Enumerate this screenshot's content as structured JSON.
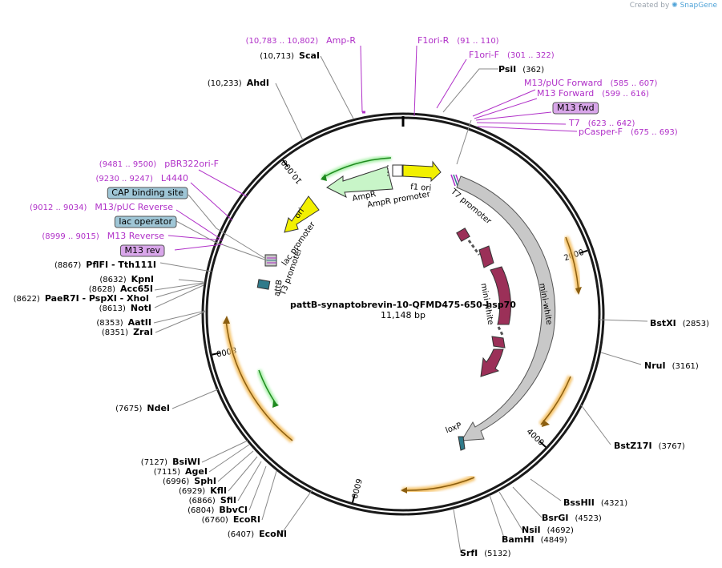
{
  "app": {
    "credit_prefix": "Created by",
    "credit_brand": "SnapGene"
  },
  "plasmid": {
    "name": "pattB-synaptobrevin-10-QFMD475-650-hsp70",
    "length": "11,148 bp"
  },
  "colors": {
    "primer": "#b030c8",
    "label_box": "#9fc6d6",
    "primer_box": "#d9a6ea",
    "feature_orange": "#f5a623",
    "feature_gray": "#c8c8c8",
    "feature_green": "#c8f5c8",
    "feature_yellow": "#f2f000",
    "feature_purple": "#9b3058",
    "feature_teal": "#2f7a8a"
  },
  "ticks": [
    {
      "label": "2000",
      "angle": 71
    },
    {
      "label": "4000",
      "angle": 133
    },
    {
      "label": "6000",
      "angle": 195
    },
    {
      "label": "8000",
      "angle": 258
    },
    {
      "label": "10,000",
      "angle": 322
    }
  ],
  "enzymes_right": [
    {
      "name": "PsiI",
      "pos": "(362)"
    },
    {
      "name": "BstXI",
      "pos": "(2853)"
    },
    {
      "name": "NruI",
      "pos": "(3161)"
    },
    {
      "name": "BstZ17I",
      "pos": "(3767)"
    },
    {
      "name": "BssHII",
      "pos": "(4321)"
    },
    {
      "name": "BsrGI",
      "pos": "(4523)"
    },
    {
      "name": "NsiI",
      "pos": "(4692)"
    },
    {
      "name": "BamHI",
      "pos": "(4849)"
    },
    {
      "name": "SrfI",
      "pos": "(5132)"
    }
  ],
  "enzymes_left": [
    {
      "name": "ScaI",
      "pos": "(10,713)"
    },
    {
      "name": "AhdI",
      "pos": "(10,233)"
    },
    {
      "name": "PflFI - Tth111I",
      "pos": "(8867)"
    },
    {
      "name": "KpnI",
      "pos": "(8632)"
    },
    {
      "name": "Acc65I",
      "pos": "(8628)"
    },
    {
      "name": "PaeR7I - PspXI - XhoI",
      "pos": "(8622)"
    },
    {
      "name": "NotI",
      "pos": "(8613)"
    },
    {
      "name": "AatII",
      "pos": "(8353)"
    },
    {
      "name": "ZraI",
      "pos": "(8351)"
    },
    {
      "name": "NdeI",
      "pos": "(7675)"
    },
    {
      "name": "BsiWI",
      "pos": "(7127)"
    },
    {
      "name": "AgeI",
      "pos": "(7115)"
    },
    {
      "name": "SphI",
      "pos": "(6996)"
    },
    {
      "name": "KflI",
      "pos": "(6929)"
    },
    {
      "name": "SfiI",
      "pos": "(6866)"
    },
    {
      "name": "BbvCI",
      "pos": "(6804)"
    },
    {
      "name": "EcoRI",
      "pos": "(6760)"
    },
    {
      "name": "EcoNI",
      "pos": "(6407)"
    }
  ],
  "primers_right": [
    {
      "name": "F1ori-R",
      "range": "(91 .. 110)"
    },
    {
      "name": "F1ori-F",
      "range": "(301 .. 322)"
    },
    {
      "name": "M13/pUC Forward",
      "range": "(585 .. 607)"
    },
    {
      "name": "M13 Forward",
      "range": "(599 .. 616)"
    },
    {
      "name": "M13 fwd",
      "range": ""
    },
    {
      "name": "T7",
      "range": "(623 .. 642)"
    },
    {
      "name": "pCasper-F",
      "range": "(675 .. 693)"
    }
  ],
  "primers_left": [
    {
      "name": "Amp-R",
      "range": "(10,783 .. 10,802)"
    },
    {
      "name": "pBR322ori-F",
      "range": "(9481 .. 9500)"
    },
    {
      "name": "L4440",
      "range": "(9230 .. 9247)"
    },
    {
      "name": "M13/pUC Reverse",
      "range": "(9012 .. 9034)"
    },
    {
      "name": "M13 Reverse",
      "range": "(8999 .. 9015)"
    },
    {
      "name": "M13 rev",
      "range": ""
    }
  ],
  "boxed_features": [
    {
      "name": "CAP binding site"
    },
    {
      "name": "lac operator"
    }
  ],
  "features": [
    {
      "name": "AmpR"
    },
    {
      "name": "AmpR promoter"
    },
    {
      "name": "f1 ori"
    },
    {
      "name": "ori"
    },
    {
      "name": "lac promoter"
    },
    {
      "name": "T3 promoter"
    },
    {
      "name": "attB"
    },
    {
      "name": "T7 promoter"
    },
    {
      "name": "mini-white"
    },
    {
      "name": "mini-white"
    },
    {
      "name": "loxP"
    }
  ]
}
